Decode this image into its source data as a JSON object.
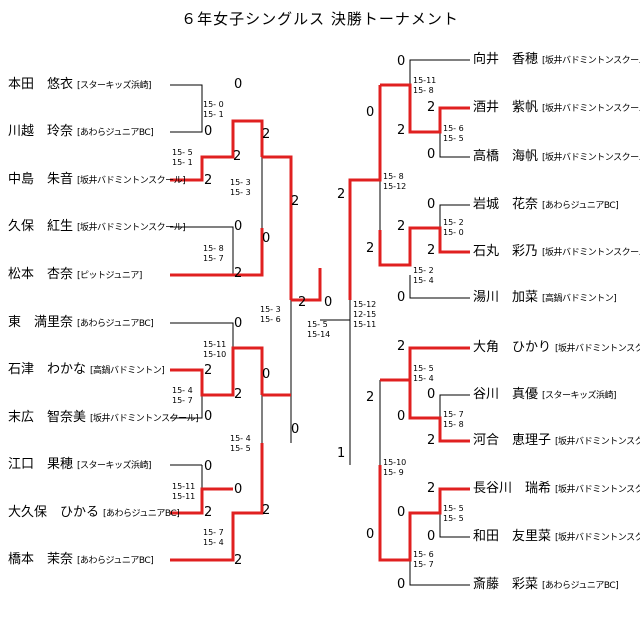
{
  "title": "６年女子シングルス 決勝トーナメント",
  "left_players": [
    {
      "name": "本田　悠衣",
      "club": "[スターキッズ浜崎]"
    },
    {
      "name": "川越　玲奈",
      "club": "[あわらジュニアBC]"
    },
    {
      "name": "中島　朱音",
      "club": "[坂井バドミントンスクール]"
    },
    {
      "name": "久保　紅生",
      "club": "[坂井バドミントンスクール]"
    },
    {
      "name": "松本　杏奈",
      "club": "[ピットジュニア]"
    },
    {
      "name": "東　満里奈",
      "club": "[あわらジュニアBC]"
    },
    {
      "name": "石津　わかな",
      "club": "[高鍋バドミントン]"
    },
    {
      "name": "末広　智奈美",
      "club": "[坂井バドミントンスクール]"
    },
    {
      "name": "江口　果穂",
      "club": "[スターキッズ浜崎]"
    },
    {
      "name": "大久保　ひかる",
      "club": "[あわらジュニアBC]"
    },
    {
      "name": "橋本　茉奈",
      "club": "[あわらジュニアBC]"
    }
  ],
  "right_players": [
    {
      "name": "向井　香穂",
      "club": "[坂井バドミントンスクール]"
    },
    {
      "name": "酒井　紫帆",
      "club": "[坂井バドミントンスクール]"
    },
    {
      "name": "高橋　海帆",
      "club": "[坂井バドミントンスクール]"
    },
    {
      "name": "岩城　花奈",
      "club": "[あわらジュニアBC]"
    },
    {
      "name": "石丸　彩乃",
      "club": "[坂井バドミントンスクール]"
    },
    {
      "name": "湯川　加菜",
      "club": "[高鍋バドミントン]"
    },
    {
      "name": "大角　ひかり",
      "club": "[坂井バドミントンスクール]"
    },
    {
      "name": "谷川　真優",
      "club": "[スターキッズ浜崎]"
    },
    {
      "name": "河合　恵理子",
      "club": "[坂井バドミントンスクール]"
    },
    {
      "name": "長谷川　瑞希",
      "club": "[坂井バドミントンスクール]"
    },
    {
      "name": "和田　友里菜",
      "club": "[坂井バドミントンスクール]"
    },
    {
      "name": "斎藤　彩菜",
      "club": "[あわらジュニアBC]"
    }
  ],
  "scores": {
    "l_r1_a": "15- 0\n15- 1",
    "l_r1_b": "15- 5\n15- 1",
    "l_r2_a": "15- 3\n15- 3",
    "l_r2_b": "15- 8\n15- 7",
    "l_r1_c": "15-11\n15-10",
    "l_r1_d": "15- 4\n15- 7",
    "l_r1_e": "15-11\n15-11",
    "l_r2_c": "15- 4\n15- 5",
    "l_r2_d": "15- 7\n15- 4",
    "l_semi": "15- 3\n15- 6",
    "final": "15- 5\n15-14",
    "r_semi": "15-12\n12-15\n15-11",
    "r_r1_a": "15-11\n15- 8",
    "r_r1_b": "15- 6\n15- 5",
    "r_r2_a": "15- 8\n15-12",
    "r_r1_c": "15- 2\n15- 0",
    "r_r1_d": "15- 2\n15- 4",
    "r_r1_e": "15- 5\n15- 4",
    "r_r1_f": "15- 7\n15- 8",
    "r_r2_b": "15-10\n15- 9",
    "r_r1_g": "15- 5\n15- 5",
    "r_r1_h": "15- 6\n15- 7"
  },
  "games": {
    "g0": "0",
    "g1": "0",
    "g2": "2",
    "g3": "2",
    "g4": "0",
    "g5": "2",
    "g6": "2",
    "g7": "0",
    "g8": "2",
    "g9": "0",
    "g10": "0",
    "g11": "2",
    "g12": "0",
    "g13": "0",
    "g14": "2",
    "g15": "0",
    "g16": "2",
    "g17": "0",
    "g18": "2",
    "g19": "0",
    "g20": "0",
    "g21": "2",
    "g22": "2",
    "g23": "2",
    "g24": "0",
    "g25": "0",
    "g26": "0",
    "g27": "2",
    "g28": "2",
    "g29": "0",
    "g30": "2",
    "g31": "2",
    "g32": "0",
    "g33": "1",
    "g34": "2",
    "g35": "2",
    "g36": "0",
    "g37": "2",
    "g38": "2",
    "g39": "0",
    "g40": "0",
    "g41": "2",
    "g42": "0",
    "g43": "0"
  },
  "colors": {
    "win": "#e02020",
    "line": "#000000"
  }
}
